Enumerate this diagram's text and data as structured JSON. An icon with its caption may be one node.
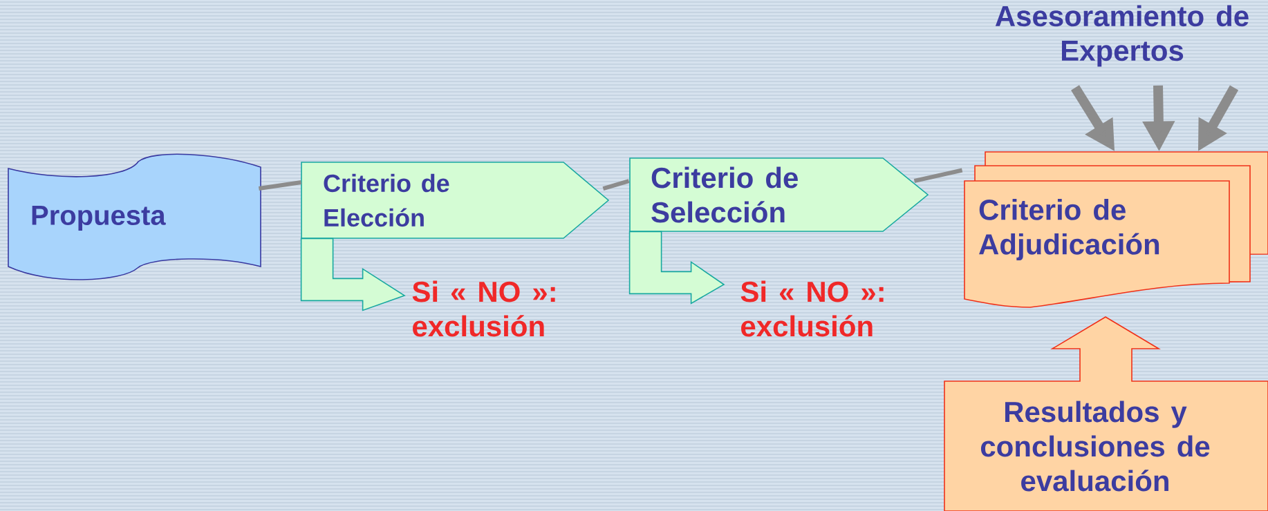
{
  "diagram": {
    "nodes": [
      {
        "text": [
          "Propuesta"
        ]
      },
      {
        "text": [
          "Criterio de Elección"
        ]
      },
      {
        "text": [
          "Criterio de Selección"
        ]
      },
      {
        "text": [
          "Criterio de Adjudicación"
        ]
      },
      {
        "text": [
          "Si « NO »: exclusión"
        ]
      },
      {
        "text": [
          "Si « NO »: exclusión"
        ]
      },
      {
        "text": [
          "Asesoramiento de Expertos"
        ]
      },
      {
        "text": [
          "Resultados y conclusiones de evaluación"
        ]
      }
    ],
    "edges": [
      {
        "from": 0,
        "to": 1,
        "arrow": "none"
      },
      {
        "from": 1,
        "to": 2,
        "arrow": "none"
      },
      {
        "from": 2,
        "to": 3,
        "arrow": "none"
      },
      {
        "from": 1,
        "to": 4,
        "arrow": "to",
        "color": "#d4fcd4"
      },
      {
        "from": 2,
        "to": 5,
        "arrow": "to",
        "color": "#d4fcd4"
      },
      {
        "from": 6,
        "to": 3,
        "arrow": "to",
        "style": "thick"
      },
      {
        "from": 6,
        "to": 3,
        "arrow": "to",
        "style": "thick"
      },
      {
        "from": 6,
        "to": 3,
        "arrow": "to",
        "style": "thick"
      }
    ]
  }
}
